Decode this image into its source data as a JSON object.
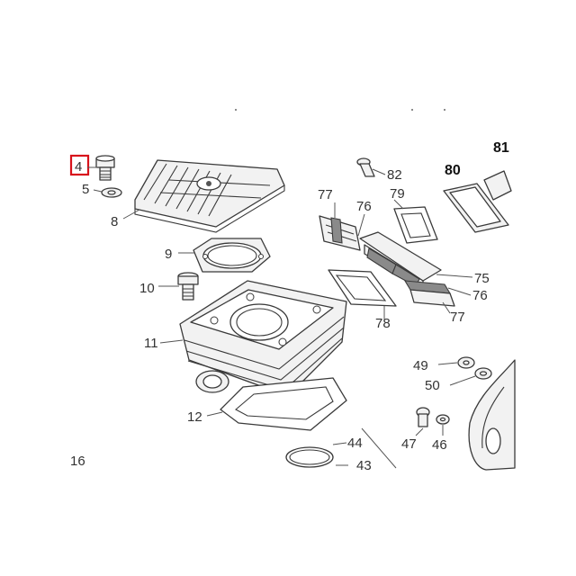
{
  "labels": {
    "p4": "4",
    "p5": "5",
    "p8": "8",
    "p9": "9",
    "p10": "10",
    "p11": "11",
    "p12": "12",
    "p16": "16",
    "p43": "43",
    "p44": "44",
    "p46": "46",
    "p47": "47",
    "p49": "49",
    "p50": "50",
    "p75": "75",
    "p76a": "76",
    "p76b": "76",
    "p77a": "77",
    "p77b": "77",
    "p78": "78",
    "p79": "79",
    "p80": "80",
    "p81": "81",
    "p82": "82"
  },
  "highlight": {
    "part": "4",
    "color": "#d8121b"
  }
}
